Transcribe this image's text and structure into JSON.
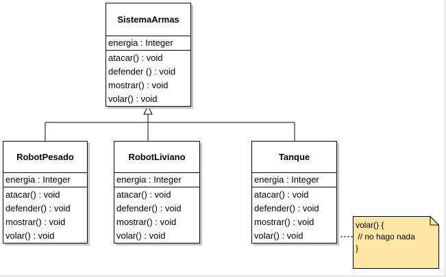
{
  "classes": [
    {
      "name": "SistemaArmas",
      "attributes": [
        "energia : Integer"
      ],
      "operations": [
        "atacar() : void",
        "defender () : void",
        "mostrar() : void",
        "volar() : void"
      ]
    },
    {
      "name": "RobotPesado",
      "attributes": [
        "energia : Integer"
      ],
      "operations": [
        "atacar() : void",
        "defender() : void",
        "mostrar() : void",
        "volar() : void"
      ]
    },
    {
      "name": "RobotLiviano",
      "attributes": [
        "energia : Integer"
      ],
      "operations": [
        "atacar() : void",
        "defender() : void",
        "mostrar() : void",
        "volar() : void"
      ]
    },
    {
      "name": "Tanque",
      "attributes": [
        "energia : Integer"
      ],
      "operations": [
        "atacar() : void",
        "defender() : void",
        "mostrar() : void",
        "volar() : void"
      ]
    }
  ],
  "note": {
    "text": "volar() {\n // no hago nada\n}"
  },
  "colors": {
    "note_fill": "#fbe7a3",
    "class_fill": "#ffffff",
    "shadow": "#c8c8c8"
  }
}
